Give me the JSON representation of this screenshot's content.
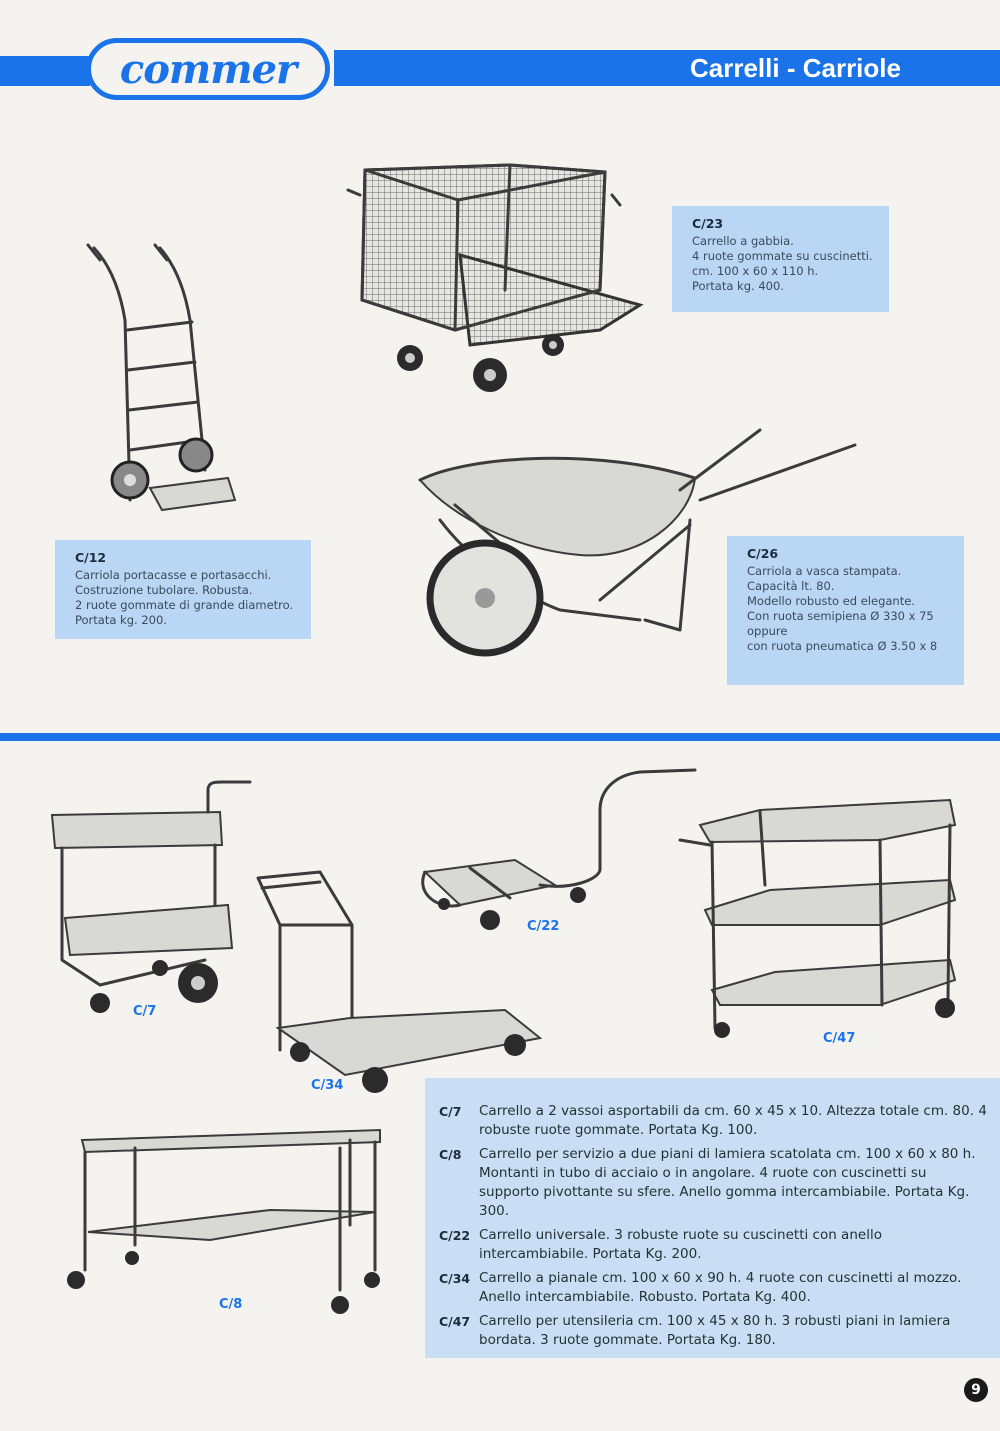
{
  "header": {
    "logo_text": "commer",
    "title": "Carrelli - Carriole"
  },
  "products_top": [
    {
      "code": "C/23",
      "lines": [
        "Carrello a gabbia.",
        "4 ruote gommate su cuscinetti.",
        "cm. 100 x 60 x 110 h.",
        "Portata kg. 400."
      ]
    },
    {
      "code": "C/12",
      "lines": [
        "Carriola portacasse e portasacchi.",
        "Costruzione tubolare. Robusta.",
        "2 ruote gommate di grande diametro.",
        "Portata kg. 200."
      ]
    },
    {
      "code": "C/26",
      "lines": [
        "Carriola a vasca stampata.",
        "Capacità lt. 80.",
        "Modello robusto ed elegante.",
        "Con ruota semipiena Ø 330 x 75",
        "oppure",
        "con ruota pneumatica Ø 3.50 x 8"
      ]
    }
  ],
  "captions": {
    "c7": "C/7",
    "c34": "C/34",
    "c22": "C/22",
    "c47": "C/47",
    "c8": "C/8"
  },
  "descriptions": [
    {
      "code": "C/7",
      "text": "Carrello a 2 vassoi asportabili da cm. 60 x 45 x 10. Altezza totale cm. 80. 4 robuste ruote gommate. Portata Kg. 100."
    },
    {
      "code": "C/8",
      "text": "Carrello per servizio a due piani di lamiera scatolata cm. 100 x 60 x 80 h. Montanti in tubo di acciaio o in angolare. 4 ruote con cuscinetti su supporto pivottante su sfere. Anello gomma intercambiabile. Portata Kg. 300."
    },
    {
      "code": "C/22",
      "text": "Carrello universale. 3 robuste ruote su cuscinetti con anello intercambiabile. Portata Kg. 200."
    },
    {
      "code": "C/34",
      "text": "Carrello a pianale cm. 100 x 60 x 90 h. 4 ruote con cuscinetti al mozzo. Anello intercambiabile. Robusto. Portata Kg. 400."
    },
    {
      "code": "C/47",
      "text": "Carrello per utensileria cm. 100 x 45 x 80 h. 3 robusti piani in lamiera bordata. 3 ruote gommate. Portata Kg. 180."
    }
  ],
  "page_number": "9",
  "colors": {
    "accent": "#1a73e8",
    "box": "#b9d6f5"
  }
}
